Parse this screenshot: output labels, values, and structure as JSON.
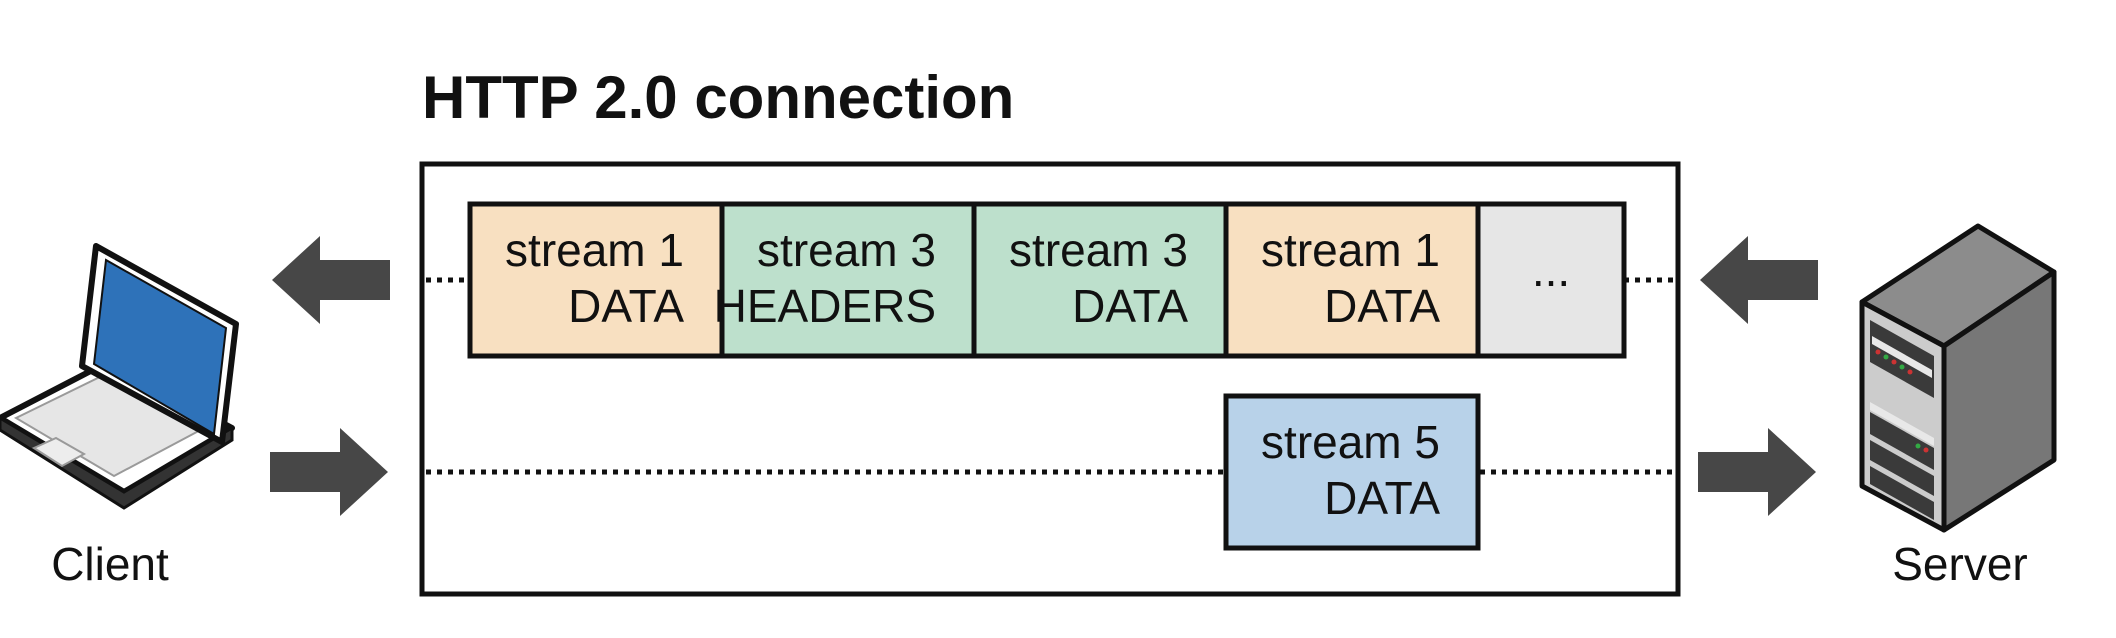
{
  "title": "HTTP 2.0 connection",
  "client": {
    "label": "Client"
  },
  "server": {
    "label": "Server"
  },
  "colors": {
    "stream1": "#f8e0c1",
    "stream3": "#bde0cc",
    "stream5": "#b8d2e9",
    "pending": "#e6e6e6",
    "arrow": "#474747",
    "laptop_screen": "#2e72b9",
    "stroke": "#111111"
  },
  "frames_top": [
    {
      "line1": "stream 1",
      "line2": "DATA",
      "kind": "stream1"
    },
    {
      "line1": "stream 3",
      "line2": "HEADERS",
      "kind": "stream3"
    },
    {
      "line1": "stream 3",
      "line2": "DATA",
      "kind": "stream3"
    },
    {
      "line1": "stream 1",
      "line2": "DATA",
      "kind": "stream1"
    },
    {
      "line1": "",
      "line2": "...",
      "kind": "pending"
    }
  ],
  "frames_bottom": [
    {
      "line1": "stream 5",
      "line2": "DATA",
      "kind": "stream5"
    }
  ],
  "arrows": [
    {
      "name": "server-to-client-arrow-left",
      "direction": "left"
    },
    {
      "name": "client-to-server-arrow-left",
      "direction": "right"
    },
    {
      "name": "server-to-client-arrow-right",
      "direction": "left"
    },
    {
      "name": "client-to-server-arrow-right",
      "direction": "right"
    }
  ]
}
